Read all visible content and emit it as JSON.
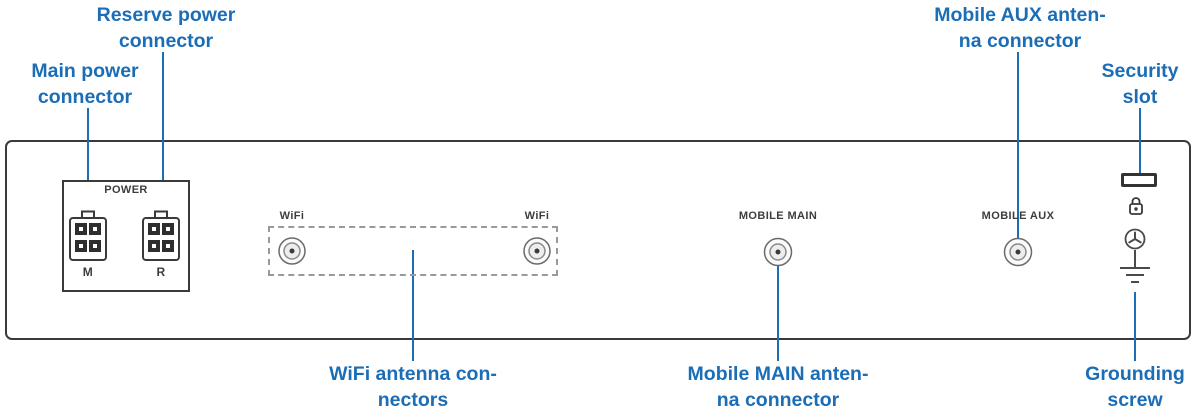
{
  "colors": {
    "accent": "#1b6db6",
    "panel_outline": "#3a3a3a"
  },
  "callouts": {
    "main_power": {
      "line1": "Main power",
      "line2": "connector"
    },
    "reserve_power": {
      "line1": "Reserve power",
      "line2": "connector"
    },
    "mobile_aux": {
      "line1": "Mobile AUX anten-",
      "line2": "na connector"
    },
    "security_slot": {
      "line1": "Security",
      "line2": "slot"
    },
    "wifi": {
      "line1": "WiFi antenna con-",
      "line2": "nectors"
    },
    "mobile_main": {
      "line1": "Mobile MAIN anten-",
      "line2": "na connector"
    },
    "grounding": {
      "line1": "Grounding",
      "line2": "screw"
    }
  },
  "panel": {
    "power_label": "POWER",
    "connector_m_label": "M",
    "connector_r_label": "R",
    "wifi_left_label": "WiFi",
    "wifi_right_label": "WiFi",
    "mobile_main_label": "MOBILE MAIN",
    "mobile_aux_label": "MOBILE AUX"
  }
}
